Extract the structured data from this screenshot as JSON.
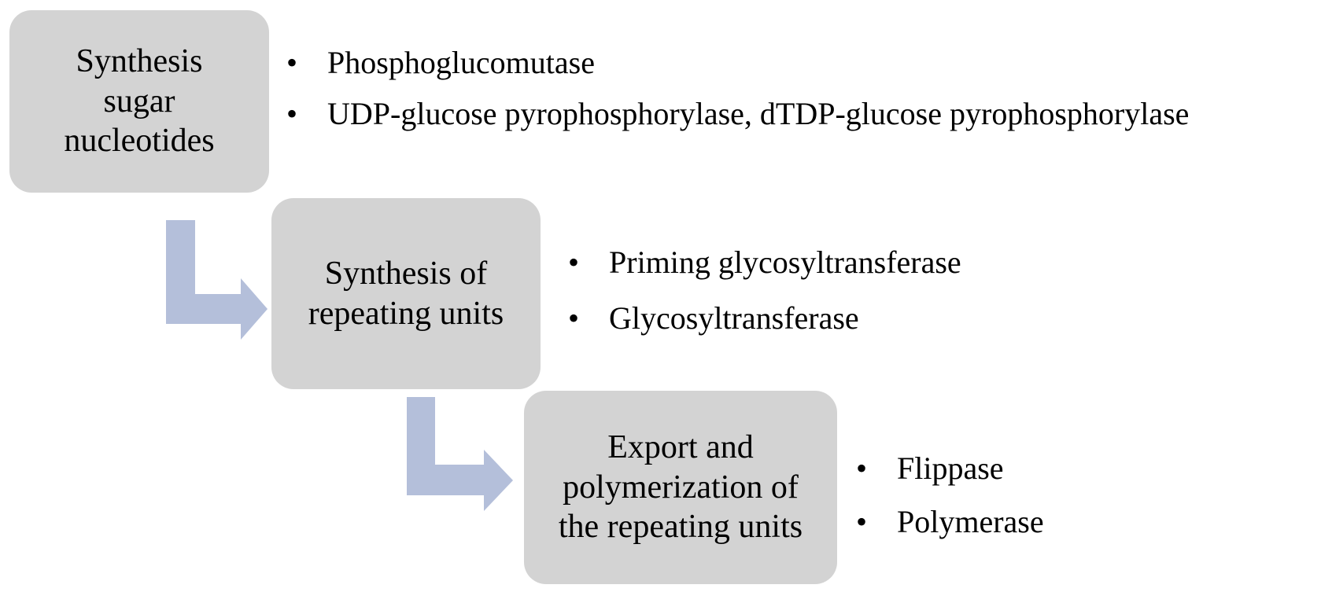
{
  "colors": {
    "box_fill": "#d3d3d3",
    "arrow_fill": "#b4bfda",
    "text": "#000000"
  },
  "steps": [
    {
      "label_lines": [
        "Synthesis",
        "sugar",
        "nucleotides"
      ],
      "enzymes": [
        "Phosphoglucomutase",
        "UDP-glucose pyrophosphorylase, dTDP-glucose pyrophosphorylase"
      ]
    },
    {
      "label_lines": [
        "Synthesis of",
        "repeating units"
      ],
      "enzymes": [
        "Priming glycosyltransferase",
        "Glycosyltransferase"
      ]
    },
    {
      "label_lines": [
        "Export and",
        "polymerization of",
        "the repeating units"
      ],
      "enzymes": [
        "Flippase",
        "Polymerase"
      ]
    }
  ],
  "connectors": [
    {
      "from_step": 1,
      "to_step": 2,
      "icon": "bent-arrow-icon"
    },
    {
      "from_step": 2,
      "to_step": 3,
      "icon": "bent-arrow-icon"
    }
  ]
}
